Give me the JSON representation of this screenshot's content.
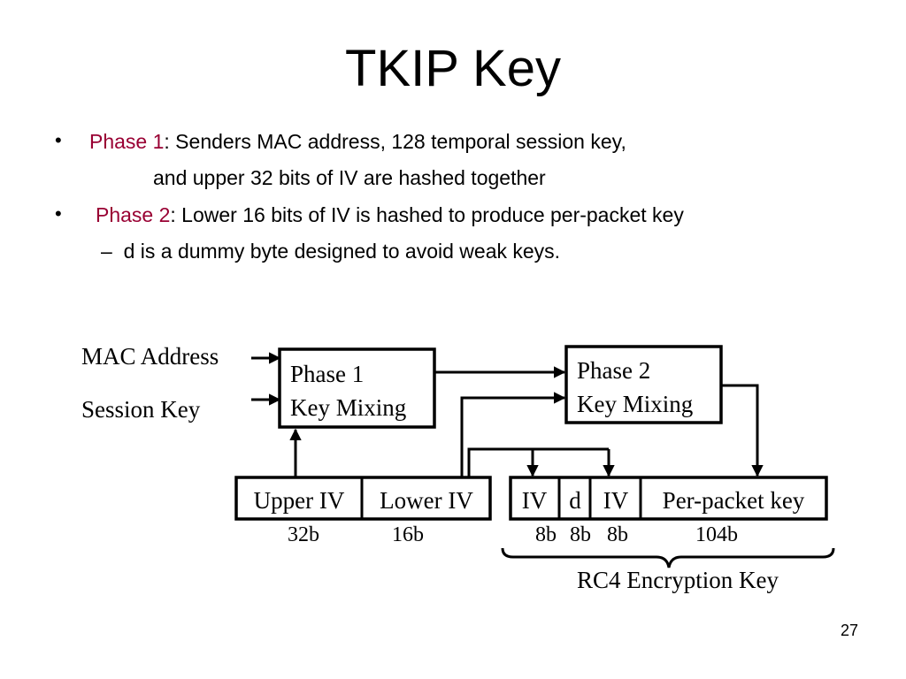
{
  "slide": {
    "title": "TKIP Key",
    "bullets": [
      {
        "marker": "•",
        "phase_label": "Phase 1",
        "text": ": Senders MAC address, 128 temporal session key,",
        "continuation": "and upper 32 bits of IV are hashed together"
      },
      {
        "marker": "•",
        "phase_label": "Phase 2",
        "text": ": Lower 16 bits of IV is hashed to produce per-packet key"
      }
    ],
    "sub_bullet": {
      "marker": "–",
      "text": "d is a dummy byte designed to avoid weak keys."
    },
    "page_number": "27"
  },
  "diagram": {
    "inputs": {
      "mac_address": "MAC Address",
      "session_key": "Session Key"
    },
    "phase1_box": {
      "line1": "Phase 1",
      "line2": "Key Mixing"
    },
    "phase2_box": {
      "line1": "Phase 2",
      "line2": "Key Mixing"
    },
    "iv_fields": {
      "upper_iv": "Upper IV",
      "lower_iv": "Lower IV",
      "upper_bits": "32b",
      "lower_bits": "16b"
    },
    "key_fields": {
      "iv1": "IV",
      "dummy": "d",
      "iv2": "IV",
      "per_packet_key": "Per-packet key",
      "bits_iv1": "8b",
      "bits_dummy": "8b",
      "bits_iv2": "8b",
      "bits_ppk": "104b"
    },
    "brace_label": "RC4 Encryption Key"
  },
  "colors": {
    "phase_label": "#990033",
    "text": "#000000",
    "background": "#ffffff"
  }
}
